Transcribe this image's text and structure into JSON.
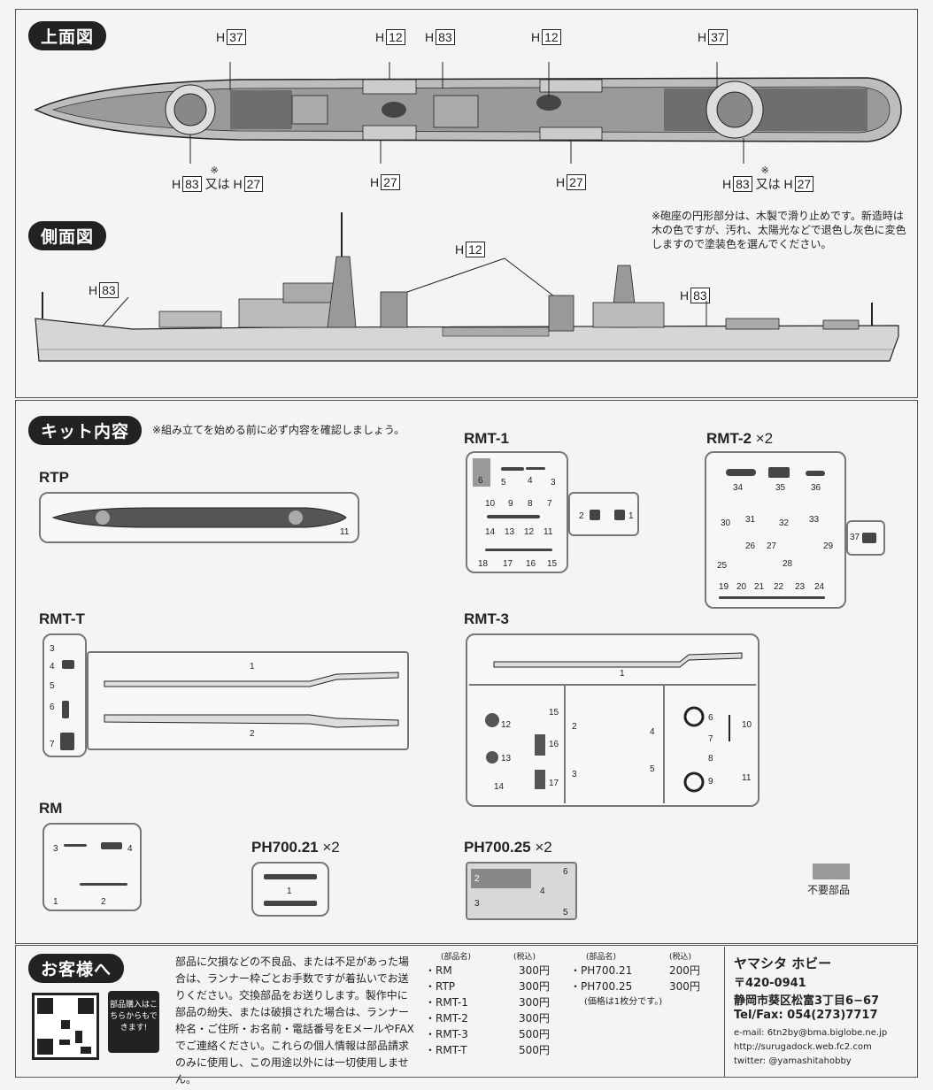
{
  "sections": {
    "top_view": "上面図",
    "side_view": "側面図",
    "kit_contents": "キット内容",
    "customer": "お客様へ"
  },
  "top_callouts": [
    {
      "id": "H",
      "num": "37"
    },
    {
      "id": "H",
      "num": "12"
    },
    {
      "id": "H",
      "num": "83"
    },
    {
      "id": "H",
      "num": "12"
    },
    {
      "id": "H",
      "num": "37"
    }
  ],
  "bottom_callouts": {
    "a_num1": "83",
    "a_or": "又は",
    "a_num2": "27",
    "a_mark": "※",
    "b_num": "27",
    "c_num": "27",
    "d_num1": "83",
    "d_or": "又は",
    "d_num2": "27",
    "d_mark": "※"
  },
  "h_prefix": "H",
  "side_callouts": {
    "left": "83",
    "center": "12",
    "right": "83"
  },
  "paint_note": "※砲座の円形部分は、木製で滑り止めです。新造時は木の色ですが、汚れ、太陽光などで退色し灰色に変色しますので塗装色を選んでください。",
  "kit_note": "※組み立てを始める前に必ず内容を確認しましょう。",
  "runners": {
    "rtp": "RTP",
    "rmt1": "RMT-1",
    "rmt2": "RMT-2",
    "rmt2_qty": "×2",
    "rmtt": "RMT-T",
    "rmt3": "RMT-3",
    "rm": "RM",
    "ph21": "PH700.21",
    "ph21_qty": "×2",
    "ph25": "PH700.25",
    "ph25_qty": "×2"
  },
  "part_numbers": {
    "rtp": [
      "11"
    ],
    "rmt1": [
      "6",
      "5",
      "4",
      "3",
      "10",
      "9",
      "8",
      "7",
      "2",
      "1",
      "14",
      "13",
      "12",
      "11",
      "18",
      "17",
      "16",
      "15"
    ],
    "rmt2": [
      "34",
      "35",
      "36",
      "30",
      "31",
      "32",
      "33",
      "37",
      "26",
      "27",
      "29",
      "25",
      "28",
      "19",
      "20",
      "21",
      "22",
      "23",
      "24"
    ],
    "rmtt": [
      "3",
      "4",
      "5",
      "6",
      "7",
      "1",
      "2"
    ],
    "rmt3": [
      "1",
      "12",
      "15",
      "2",
      "16",
      "4",
      "13",
      "3",
      "5",
      "14",
      "17",
      "6",
      "7",
      "8",
      "9",
      "10",
      "11"
    ],
    "rm": [
      "3",
      "4",
      "1",
      "2"
    ],
    "ph21": [
      "1"
    ],
    "ph25": [
      "2",
      "4",
      "6",
      "3",
      "5"
    ]
  },
  "legend_unused": "不要部品",
  "customer_text": "部品に欠損などの不良品、または不足があった場合は、ランナー枠ごとお手数ですが着払いでお送りください。交換部品をお送りします。製作中に部品の紛失、または破損された場合は、ランナー枠名・ご住所・お名前・電話番号をEメールやFAXでご連絡ください。これらの個人情報は部品請求のみに使用し、この用途以外には一切使用しません。",
  "qr_badge": "部品購入はこちらからもできます!",
  "price_headers": {
    "name": "(部品名)",
    "tax": "(税込)"
  },
  "prices_left": [
    {
      "name": "・RM",
      "price": "300円"
    },
    {
      "name": "・RTP",
      "price": "300円"
    },
    {
      "name": "・RMT-1",
      "price": "300円"
    },
    {
      "name": "・RMT-2",
      "price": "300円"
    },
    {
      "name": "・RMT-3",
      "price": "500円"
    },
    {
      "name": "・RMT-T",
      "price": "500円"
    }
  ],
  "prices_right": [
    {
      "name": "・PH700.21",
      "price": "200円"
    },
    {
      "name": "・PH700.25",
      "price": "300円"
    }
  ],
  "price_note": "(価格は1枚分です。)",
  "company": {
    "name": "ヤマシタ ホビー",
    "postal": "〒420-0941",
    "address": "静岡市葵区松富3丁目6−67",
    "tel": "Tel/Fax: 054(273)7717",
    "email": "e-mail: 6tn2by@bma.biglobe.ne.jp",
    "web": "http://surugadock.web.fc2.com",
    "twitter": "twitter: @yamashitahobby"
  },
  "colors": {
    "ink": "#222222",
    "deck": "#6e6e6e",
    "hull": "#cfcfcf",
    "unused": "#999999"
  }
}
